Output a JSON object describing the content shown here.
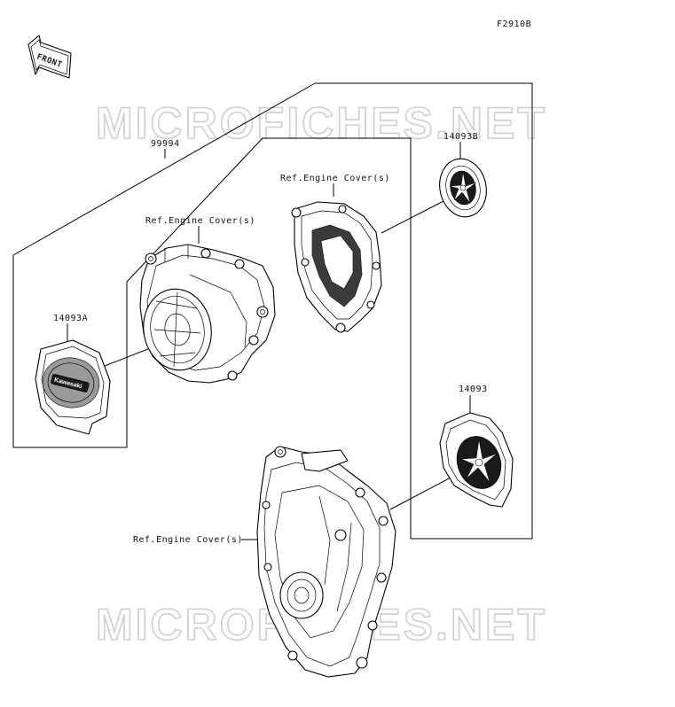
{
  "diagram": {
    "figure_code": "F2910B",
    "front_label": "FRONT",
    "watermark": "MICROFICHES.NET",
    "part_numbers": {
      "kit": "99994",
      "cover_a": "14093A",
      "cover_b": "14093B",
      "cover": "14093"
    },
    "ref_labels": {
      "generator_cover": "Ref.Engine Cover(s)",
      "small_cover": "Ref.Engine Cover(s)",
      "clutch_cover": "Ref.Engine Cover(s)"
    },
    "badge_text": "Kawasaki"
  }
}
